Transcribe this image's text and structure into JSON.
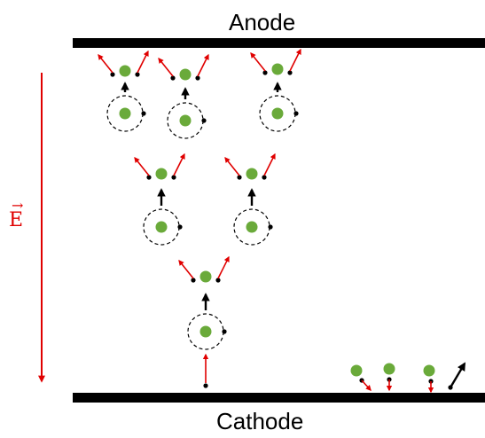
{
  "labels": {
    "anode": "Anode",
    "cathode": "Cathode",
    "efield_symbol": "E",
    "efield_vector_mark": "→"
  },
  "colors": {
    "ion": "#6aaa3a",
    "field_arrow": "#e00000",
    "electron": "#000000",
    "momentum_arrow": "#e00000",
    "electrode": "#000000"
  }
}
